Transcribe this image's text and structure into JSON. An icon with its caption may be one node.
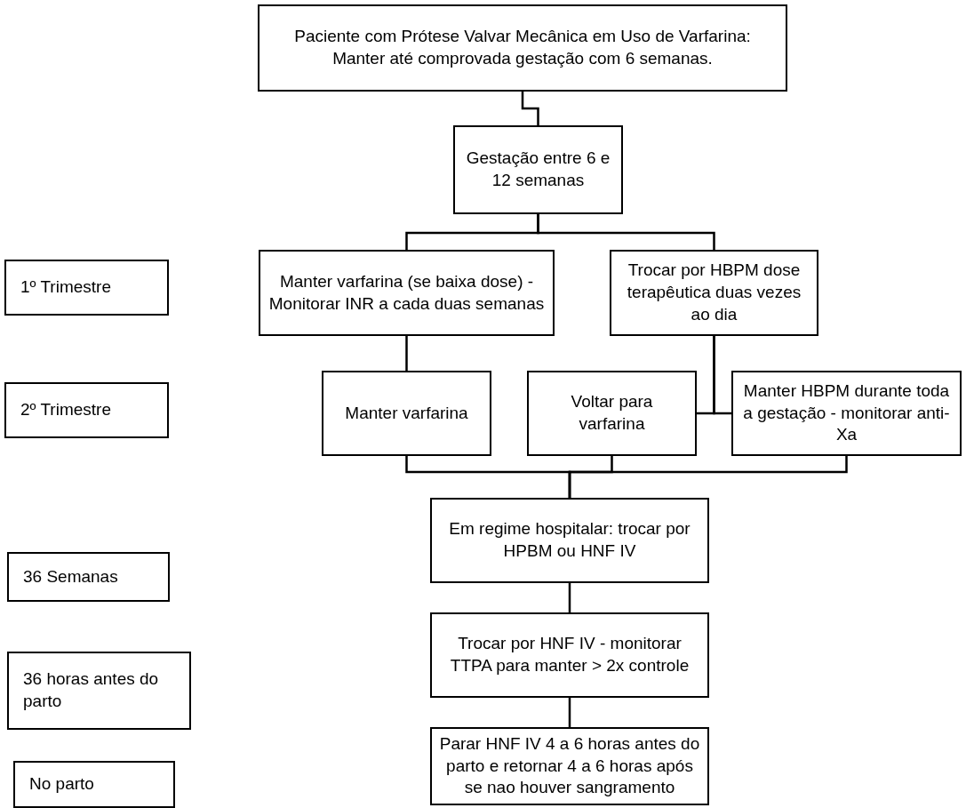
{
  "diagram": {
    "nodes": [
      {
        "text": [
          "Paciente com Prótese Valvar Mecânica em Uso de Varfarina: Manter até comprovada gestação com 6 semanas."
        ]
      },
      {
        "text": [
          "Gestação entre 6 e 12 semanas"
        ]
      },
      {
        "text": [
          "Manter varfarina (se baixa dose) - Monitorar INR a cada duas semanas"
        ]
      },
      {
        "text": [
          "Trocar por HBPM dose terapêutica duas vezes ao dia"
        ]
      },
      {
        "text": [
          "Manter varfarina"
        ]
      },
      {
        "text": [
          "Voltar para varfarina"
        ]
      },
      {
        "text": [
          "Manter HBPM durante toda a gestação - monitorar anti-Xa"
        ]
      },
      {
        "text": [
          "Em regime hospitalar: trocar por HPBM ou HNF IV"
        ]
      },
      {
        "text": [
          "Trocar por HNF IV - monitorar TTPA para manter > 2x controle"
        ]
      },
      {
        "text": [
          "Parar HNF IV 4 a 6 horas antes do parto e retornar 4 a 6 horas após se nao houver sangramento"
        ]
      },
      {
        "text": [
          "1º Trimestre"
        ]
      },
      {
        "text": [
          "2º Trimestre"
        ]
      },
      {
        "text": [
          "36 Semanas"
        ]
      },
      {
        "text": [
          "36 horas antes do parto"
        ]
      },
      {
        "text": [
          "No parto"
        ]
      }
    ],
    "edges": [
      {
        "from": 0,
        "to": 1,
        "arrow": "none"
      },
      {
        "from": 1,
        "to": 2,
        "arrow": "none"
      },
      {
        "from": 1,
        "to": 3,
        "arrow": "none"
      },
      {
        "from": 2,
        "to": 4,
        "arrow": "none"
      },
      {
        "from": 3,
        "to": 5,
        "arrow": "none"
      },
      {
        "from": 3,
        "to": 6,
        "arrow": "none"
      },
      {
        "from": 4,
        "to": 7,
        "arrow": "none"
      },
      {
        "from": 5,
        "to": 7,
        "arrow": "none"
      },
      {
        "from": 6,
        "to": 7,
        "arrow": "none"
      },
      {
        "from": 7,
        "to": 8,
        "arrow": "none"
      },
      {
        "from": 8,
        "to": 9,
        "arrow": "none"
      }
    ]
  }
}
